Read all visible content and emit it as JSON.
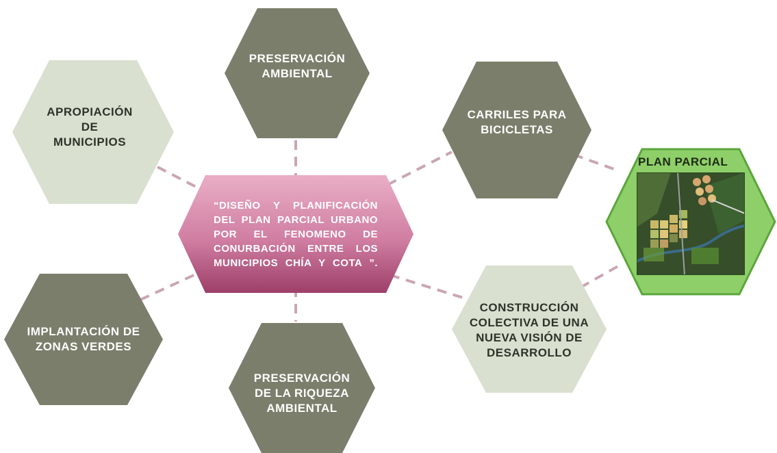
{
  "center": {
    "text": "“DISEÑO Y PLANIFICACIÓN DEL PLAN PARCIAL URBANO POR EL FENOMENO DE CONURBACIÓN ENTRE LOS MUNICIPIOS CHÍA Y COTA ”."
  },
  "nodes": {
    "preservacion_ambiental": "PRESERVACIÓN\nAMBIENTAL",
    "apropiacion_municipios": "APROPIACIÓN\nDE\nMUNICIPIOS",
    "carriles_bicicletas": "CARRILES PARA\nBICICLETAS",
    "implantacion_zonas_verdes": "IMPLANTACIÓN DE\nZONAS VERDES",
    "preservacion_riqueza": "PRESERVACIÓN\nDE LA RIQUEZA\nAMBIENTAL",
    "construccion_colectiva": "CONSTRUCCIÓN\nCOLECTIVA DE UNA\nNUEVA VISIÓN DE\nDESARROLLO"
  },
  "plan_parcial": {
    "title": "PLAN PARCIAL",
    "image_icon": "aerial-map-icon"
  },
  "colors": {
    "dark_hex": "#7a7e6b",
    "light_hex": "#d9e0cf",
    "center_top": "#e9aec6",
    "center_bottom": "#9d3f69",
    "plan_border": "#5aa63c",
    "plan_fill": "#8fcf6a",
    "connector": "#c9a6b2"
  }
}
